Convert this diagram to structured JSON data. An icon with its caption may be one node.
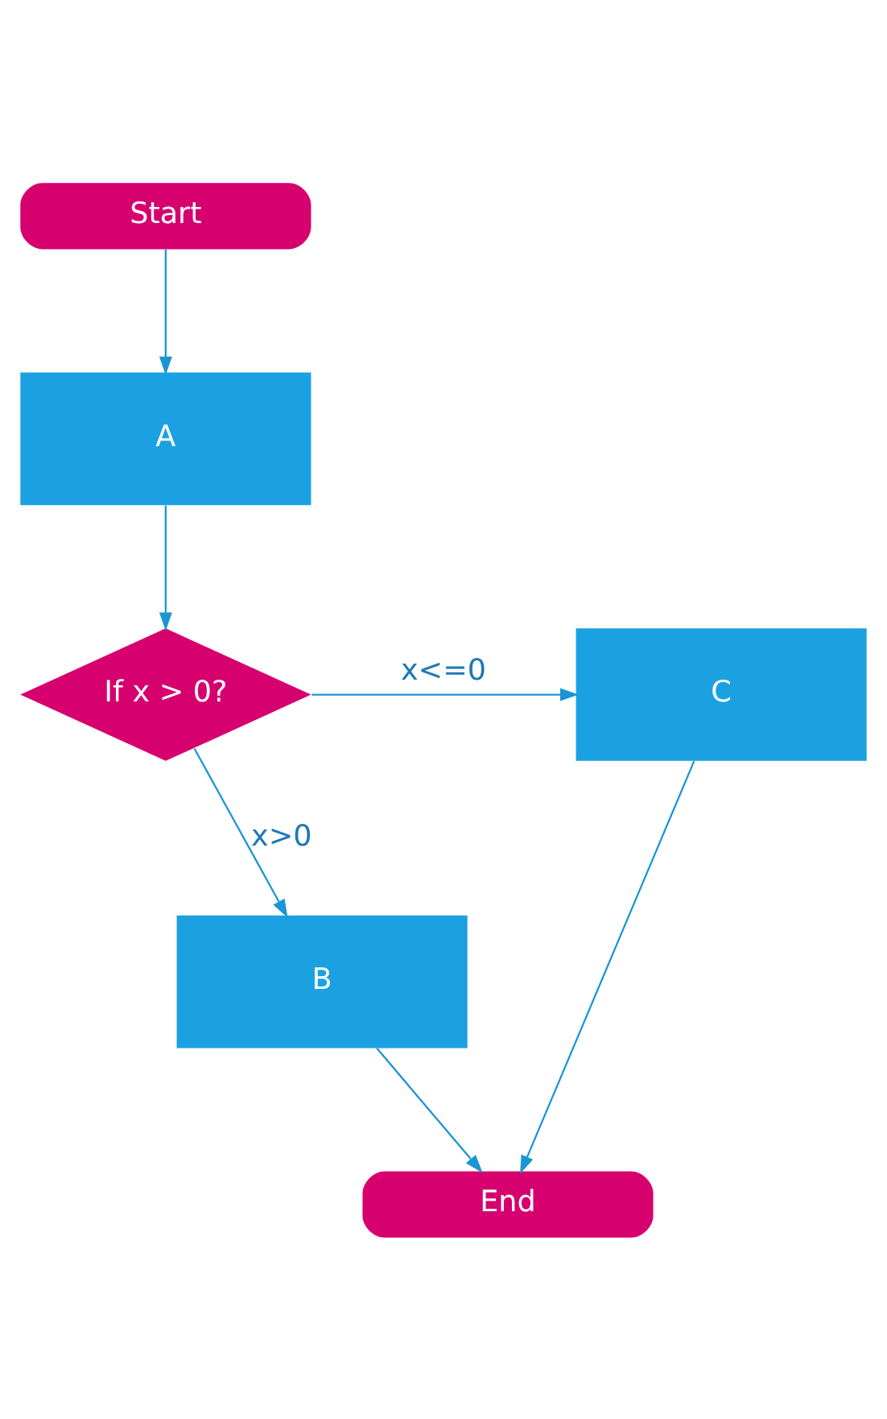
{
  "diagram": {
    "nodes": [
      {
        "text": [
          "Start"
        ]
      },
      {
        "text": [
          "A"
        ]
      },
      {
        "text": [
          "If x > 0?"
        ]
      },
      {
        "text": [
          "C"
        ]
      },
      {
        "text": [
          "B"
        ]
      },
      {
        "text": [
          "End"
        ]
      }
    ],
    "edges": [
      {
        "from": 0,
        "to": 1,
        "arrow": "to"
      },
      {
        "from": 1,
        "to": 2,
        "arrow": "to"
      },
      {
        "from": 2,
        "to": 3,
        "arrow": "to",
        "label": "x<=0"
      },
      {
        "from": 2,
        "to": 4,
        "arrow": "to",
        "label": "x>0"
      },
      {
        "from": 4,
        "to": 5,
        "arrow": "to"
      },
      {
        "from": 3,
        "to": 5,
        "arrow": "to"
      }
    ]
  }
}
